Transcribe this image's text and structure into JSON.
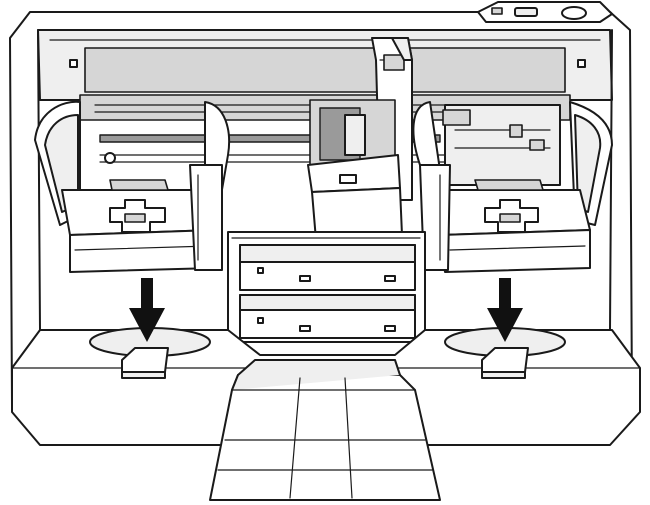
{
  "figure": {
    "subject": "disc-publisher-printer",
    "arrows": [
      {
        "name": "left-arrow",
        "direction": "down",
        "color": "#111111"
      },
      {
        "name": "right-arrow",
        "direction": "down",
        "color": "#111111"
      }
    ],
    "drive_tray_count": 2,
    "colors": {
      "outline": "#1a1a1a",
      "body": "#ffffff",
      "shade_light": "#efefef",
      "shade_mid": "#d6d6d6",
      "shade_dark": "#9a9a9a"
    }
  }
}
